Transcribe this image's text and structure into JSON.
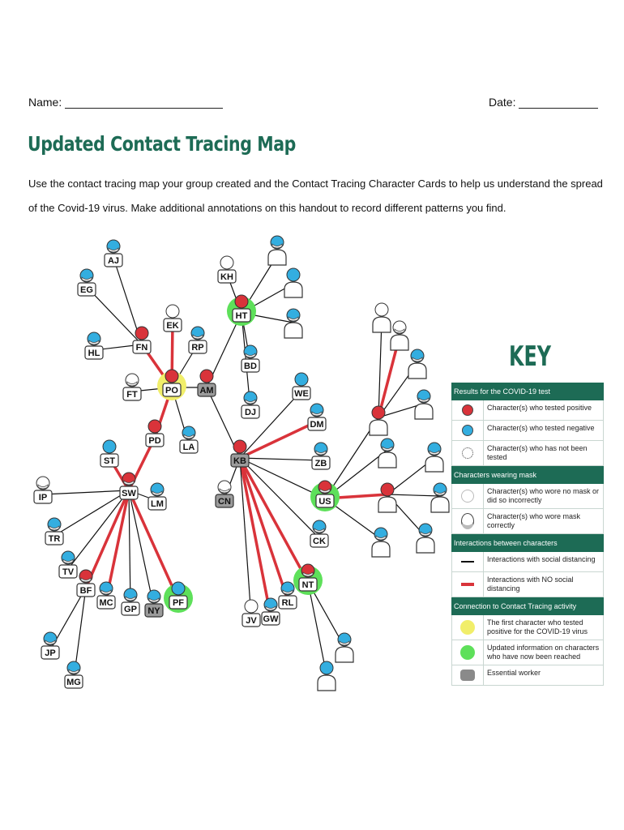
{
  "header": {
    "name_label": "Name:",
    "date_label": "Date:"
  },
  "title": "Updated Contact Tracing Map",
  "intro": "Use the contact tracing map your group created and the Contact Tracing Character Cards to help us understand the spread of the Covid-19 virus. Make additional annotations on this handout to record different patterns you find.",
  "characters": [
    "AJ",
    "EG",
    "HL",
    "FN",
    "EK",
    "RP",
    "FT",
    "PO",
    "AM",
    "PD",
    "LA",
    "KH",
    "HT",
    "BD",
    "DJ",
    "KB",
    "CN",
    "WE",
    "DM",
    "ZB",
    "US",
    "CK",
    "NT",
    "RL",
    "GW",
    "JV",
    "ST",
    "SW",
    "LM",
    "IP",
    "TR",
    "TV",
    "BF",
    "MC",
    "GP",
    "NY",
    "PF",
    "JP",
    "MG"
  ],
  "key": {
    "title": "KEY",
    "sections": [
      {
        "heading": "Results for the COVID-19 test",
        "rows": [
          {
            "symbol": "red-dot",
            "text": "Character(s) who tested positive"
          },
          {
            "symbol": "blue-dot",
            "text": "Character(s) who tested negative"
          },
          {
            "symbol": "untested-dot",
            "text": "Character(s) who has not been tested"
          }
        ]
      },
      {
        "heading": "Characters wearing mask",
        "rows": [
          {
            "symbol": "no-mask",
            "text": "Character(s) who wore no mask or did so incorrectly"
          },
          {
            "symbol": "mask",
            "text": "Character(s) who wore mask correctly"
          }
        ]
      },
      {
        "heading": "Interactions between characters",
        "rows": [
          {
            "symbol": "black-line",
            "text": "Interactions with social distancing"
          },
          {
            "symbol": "red-line",
            "text": "Interactions with NO social distancing"
          }
        ]
      },
      {
        "heading": "Connection to Contact Tracing activity",
        "rows": [
          {
            "symbol": "yellow-circle",
            "text": "The first character who tested positive for the COVID-19 virus"
          },
          {
            "symbol": "green-circle",
            "text": "Updated information on characters who have now been reached"
          },
          {
            "symbol": "gray-box",
            "text": "Essential worker"
          }
        ]
      }
    ]
  },
  "colors": {
    "accent": "#1d6b55",
    "positive": "#d9333a",
    "negative": "#33aee0",
    "first_case": "#f1ee6a",
    "reached": "#5ee05a",
    "essential": "#8a8a8a"
  }
}
